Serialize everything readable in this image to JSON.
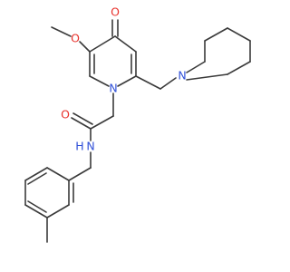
{
  "atoms": {
    "o_methoxy": "O",
    "o_ketone": "O",
    "n_ring": "N",
    "n_piperidine": "N",
    "o_amide": "O",
    "n_amide": "N",
    "h_amide": "H"
  },
  "colors": {
    "bond": "#3a3a3a",
    "oxygen": "#e8322c",
    "nitrogen": "#3050d8"
  }
}
